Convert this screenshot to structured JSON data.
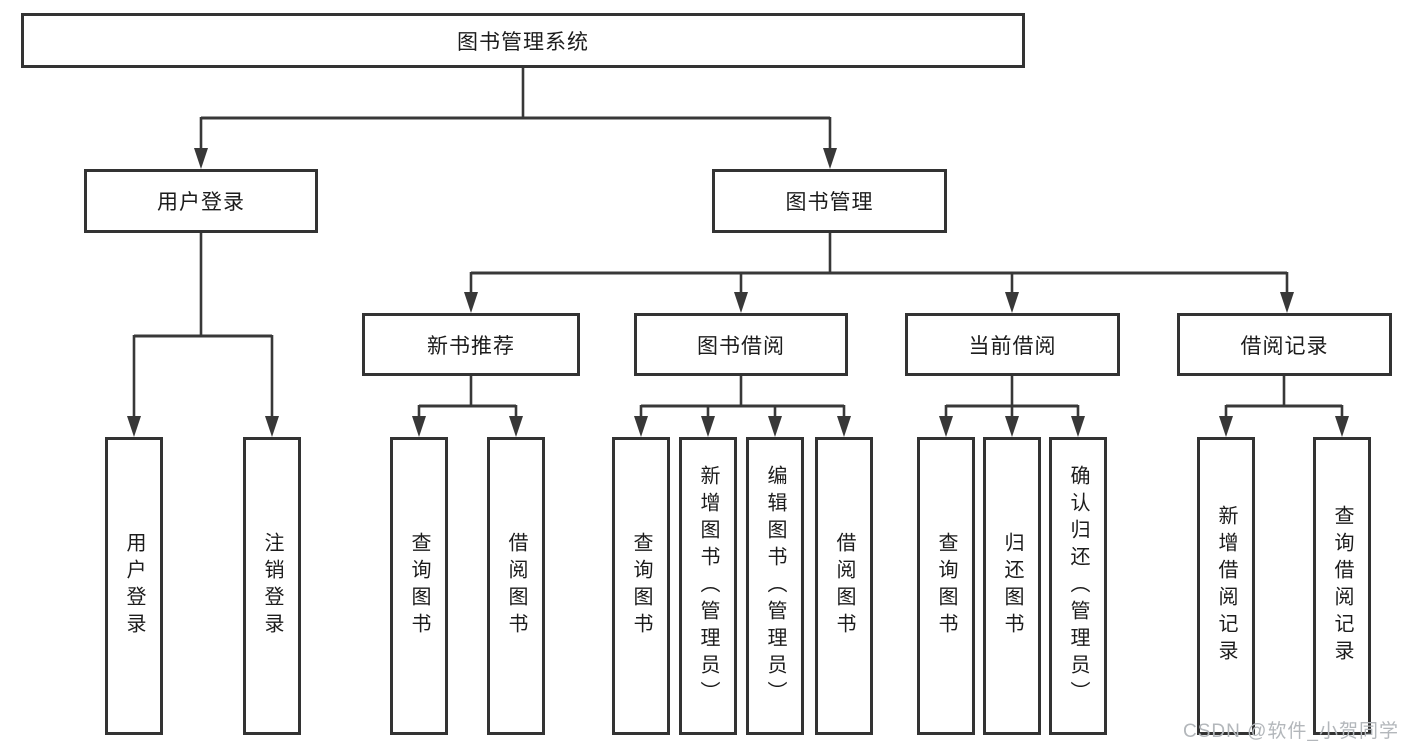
{
  "diagram": {
    "title": "图书管理系统",
    "level2": {
      "user_login": "用户登录",
      "book_mgmt": "图书管理"
    },
    "level3": {
      "new_book_recommend": "新书推荐",
      "book_borrow": "图书借阅",
      "current_borrow": "当前借阅",
      "borrow_records": "借阅记录"
    },
    "leaves": {
      "user_login": [
        "用户登录",
        "注销登录"
      ],
      "new_book_recommend": [
        "查询图书",
        "借阅图书"
      ],
      "book_borrow": [
        "查询图书",
        "新增图书（管理员）",
        "编辑图书（管理员）",
        "借阅图书"
      ],
      "current_borrow": [
        "查询图书",
        "归还图书",
        "确认归还（管理员）"
      ],
      "borrow_records": [
        "新增借阅记录",
        "查询借阅记录"
      ]
    },
    "watermark": "CSDN @软件_小贺同学",
    "colors": {
      "line": "#383838",
      "text": "#1c1c1c",
      "watermark": "#b3b7bb",
      "background": "#ffffff"
    }
  }
}
